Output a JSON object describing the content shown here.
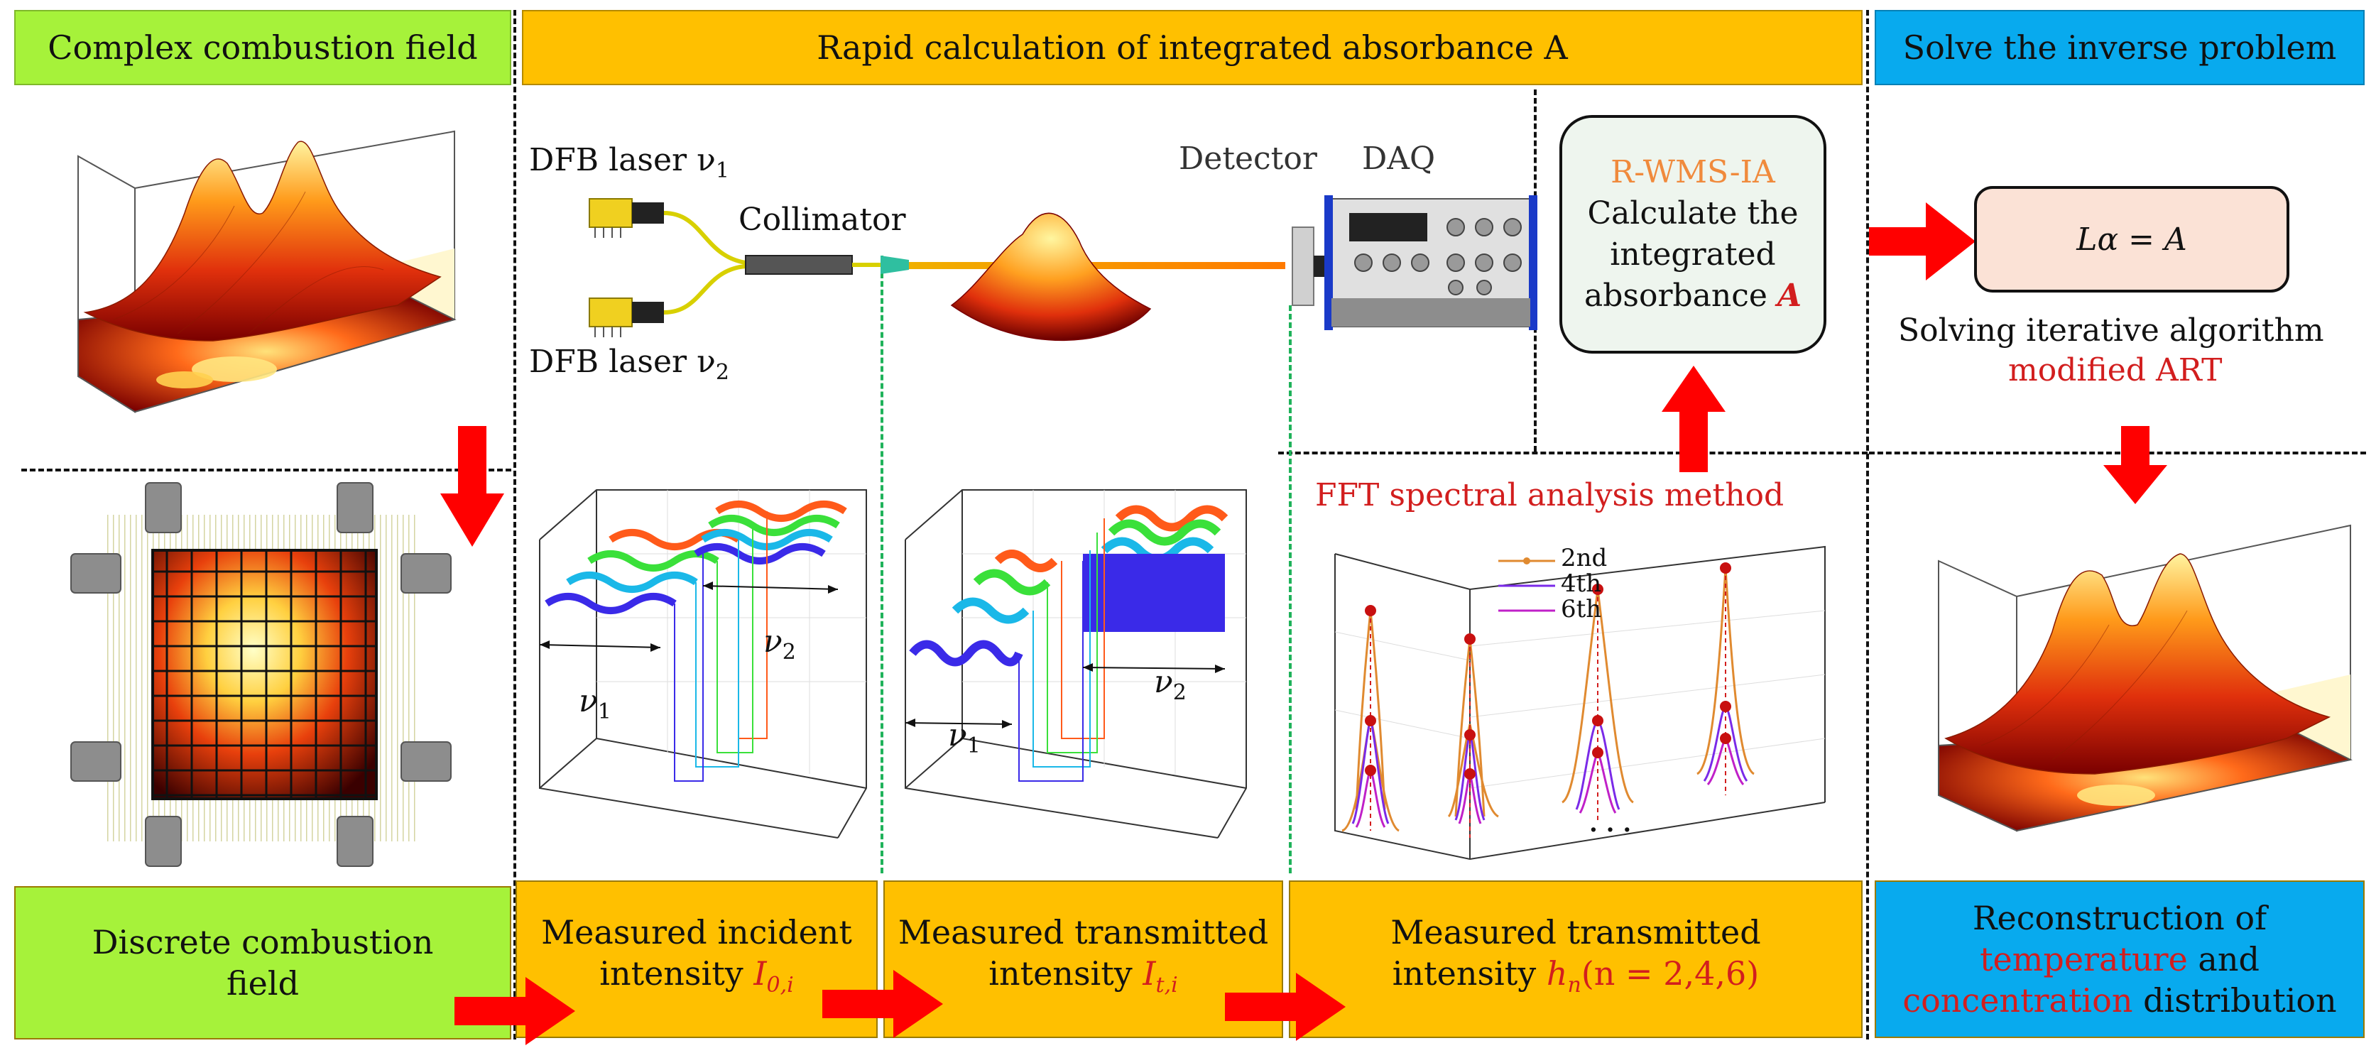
{
  "headers": {
    "complex": "Complex combustion field",
    "rapid": "Rapid calculation of integrated absorbance A",
    "solve": "Solve the inverse problem"
  },
  "setup": {
    "laser1": "DFB laser ν",
    "laser1_sub": "1",
    "laser2": "DFB laser ν",
    "laser2_sub": "2",
    "collimator": "Collimator",
    "detector": "Detector",
    "daq": "DAQ"
  },
  "rwms": {
    "title": "R-WMS-IA",
    "line1": "Calculate the",
    "line2": "integrated",
    "line3": "absorbance",
    "symbol": "A"
  },
  "inverse": {
    "equation": "Lα = A",
    "algo_line1": "Solving iterative algorithm",
    "algo_line2": "modified ART"
  },
  "fft_title": "FFT spectral analysis method",
  "legend": [
    "2nd",
    "4th",
    "6th"
  ],
  "nu_labels": {
    "nu": "ν",
    "one": "1",
    "two": "2"
  },
  "ellipsis": ". . .",
  "footers": {
    "discrete_line1": "Discrete combustion",
    "discrete_line2": "field",
    "incident_line1": "Measured incident",
    "incident_line2": "intensity",
    "incident_symbol": "I",
    "incident_sub": "0,i",
    "trans_line1": "Measured transmitted",
    "trans_line2": "intensity",
    "trans_symbol": "I",
    "trans_sub": "t,i",
    "harm_line1": "Measured transmitted",
    "harm_line2": "intensity",
    "harm_symbol": "h",
    "harm_sub": "n",
    "harm_args": "(n = 2,4,6)",
    "recon_line1": "Reconstruction of",
    "recon_temp": "temperature",
    "recon_and": "and",
    "recon_conc": "concentration",
    "recon_dist": "distribution"
  },
  "colors": {
    "green": "#a6f23a",
    "orange": "#ffc000",
    "blue": "#08aaee",
    "arrow_red": "#ff0000",
    "text_red": "#d21e1e",
    "rwms_orange": "#f08a3c"
  }
}
